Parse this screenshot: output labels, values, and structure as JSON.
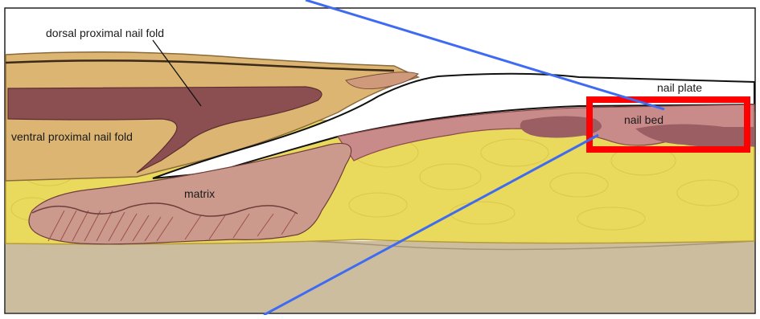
{
  "labels": {
    "dorsal_proximal_nail_fold": "dorsal proximal nail fold",
    "ventral_proximal_nail_fold": "ventral proximal nail fold",
    "matrix": "matrix",
    "nail_plate": "nail plate",
    "nail_bed": "nail bed"
  },
  "colors": {
    "skin_tan": "#d9b46e",
    "fold_dark": "#8a4e4e",
    "matrix_pink": "#c9968a",
    "fat_yellow": "#e9da54",
    "bone_beige": "#c9b89a",
    "nail_white": "#ffffff",
    "highlight_red": "#ff0000",
    "pointer_blue": "#3e6bf2"
  }
}
